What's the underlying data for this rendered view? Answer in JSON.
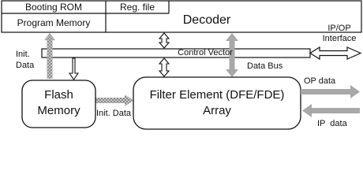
{
  "blocks": {
    "booting_rom": "Booting ROM",
    "reg_file": "Reg. file",
    "program_memory": "Program Memory",
    "decoder": "Decoder",
    "flash_memory_line1": "Flash",
    "flash_memory_line2": "Memory",
    "filter_array_line1": "Filter Element (DFE/FDE)",
    "filter_array_line2": "Array"
  },
  "buses": {
    "control_vector": "Control Vector",
    "data_bus": "Data Bus"
  },
  "signals": {
    "init_data_upper_line1": "Init.",
    "init_data_upper_line2": "Data",
    "init_data_lower": "Init. Data",
    "ip_op_interface_line1": "IP/OP",
    "ip_op_interface_line2": "Interface",
    "op_data": "OP data",
    "ip_data": "IP  data"
  },
  "colors": {
    "stroke": "#111111",
    "gray_arrow": "#a8a8a8",
    "hatch_light": "#c8c8c8",
    "hatch_dark": "#8a8a8a",
    "background": "#ffffff"
  }
}
